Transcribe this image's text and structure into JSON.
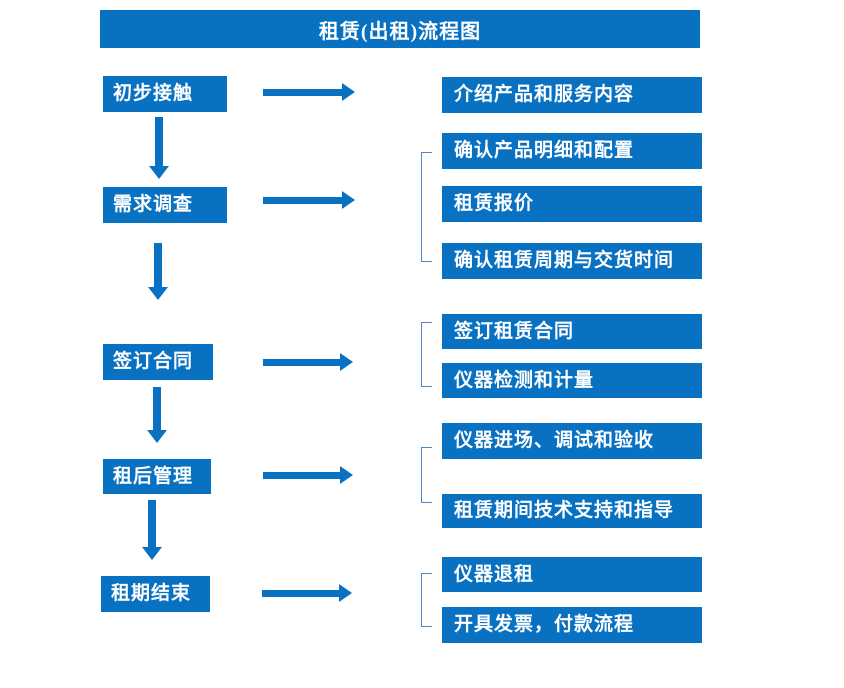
{
  "title": "租赁(出租)流程图",
  "flow": {
    "steps": [
      {
        "label": "初步接触",
        "details": [
          "介绍产品和服务内容"
        ]
      },
      {
        "label": "需求调查",
        "details": [
          "确认产品明细和配置",
          "租赁报价",
          "确认租赁周期与交货时间"
        ]
      },
      {
        "label": "签订合同",
        "details": [
          "签订租赁合同",
          "仪器检测和计量"
        ]
      },
      {
        "label": "租后管理",
        "details": [
          "仪器进场、调试和验收",
          "租赁期间技术支持和指导"
        ]
      },
      {
        "label": "租期结束",
        "details": [
          "仪器退租",
          "开具发票，付款流程"
        ]
      }
    ]
  },
  "colors": {
    "box_fill": "#0971C1",
    "arrow": "#0971C1",
    "bracket": "#5585C2",
    "text": "#FFFFFF",
    "background": "#FFFFFF"
  }
}
